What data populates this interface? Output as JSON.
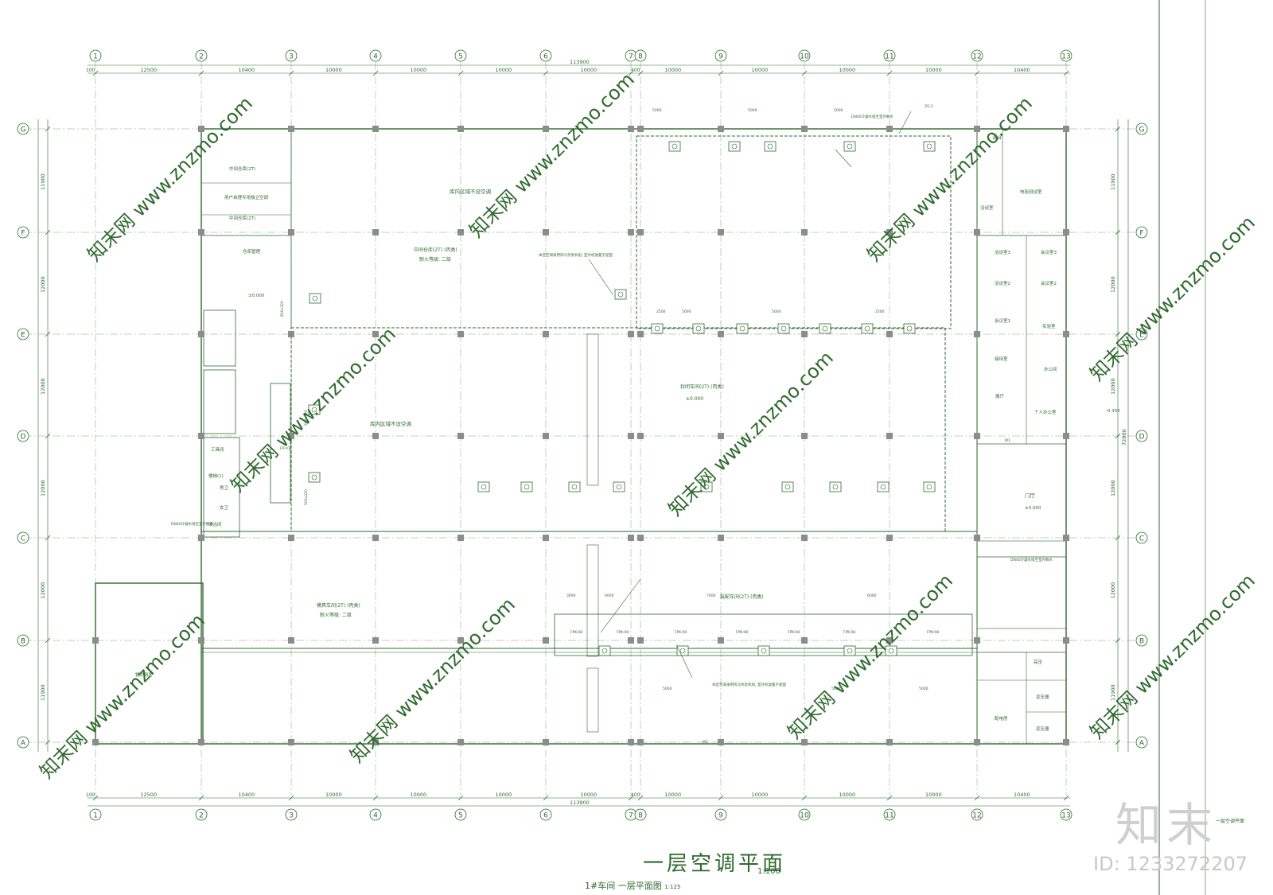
{
  "drawing": {
    "title": "一层空调平面",
    "scale": "1:100",
    "subtitle": "1#车间  一层平面图",
    "subtitle_scale": "1:125",
    "side_note": "一层空调平面"
  },
  "watermark": {
    "brand": "知末",
    "id": "ID: 1233272207",
    "site": "知末网 www.znzmo.com"
  },
  "grid": {
    "columns": [
      "1",
      "2",
      "3",
      "4",
      "5",
      "6",
      "7",
      "8",
      "9",
      "10",
      "11",
      "12",
      "13"
    ],
    "rows": [
      "G",
      "F",
      "E",
      "D",
      "C",
      "B",
      "A"
    ],
    "column_spacings": [
      "12500",
      "10400",
      "10000",
      "10000",
      "10000",
      "10000",
      "10000",
      "10000",
      "10000",
      "10000",
      "10400"
    ],
    "row_spacings": [
      "11900",
      "12000",
      "12000",
      "12000",
      "12000",
      "11900"
    ],
    "total_width": "113900",
    "total_height": "72800",
    "edge_offset": "100",
    "joint_offset": "400"
  },
  "rooms": {
    "mid_store_1": "中间仓库(2T)",
    "mid_store_2": "中间仓库(2T)",
    "store_mgmt": "仓库管理",
    "no_ac_zone_1": "库内区域不设空调",
    "no_ac_zone_2": "库内区域不设空调",
    "user_ac_note": "用户自理专用独立空调",
    "mid_store_main": "中间仓库(2T) (丙类)",
    "fire_rating_1": "耐火等级: 二级",
    "sealed_workshop": "封闭车间(2T) (丙类)",
    "sealed_level": "±0.000",
    "mold_workshop": "模具车间(2T) (丙类)",
    "fire_rating_2": "耐火等级: 二级",
    "assembly_workshop": "装配车间(2T) (丙类)",
    "boiler_room": "锅炉用房",
    "lab_electric": "电阻测试室",
    "negotiation": "洽谈室",
    "meeting_1": "会议室1",
    "meeting_2": "会议室2",
    "meeting_3": "会议室3",
    "negotiation_2": "洽谈室2",
    "negotiation_3": "洽谈室3",
    "lab": "实验室",
    "reception": "接待室",
    "hall": "展厅",
    "office": "办公间",
    "personal_office": "个人办公室",
    "lobby": "门厅",
    "lobby_level": "±0.000",
    "reception_desk": "前台",
    "high_voltage": "高压",
    "transformer_1": "变压器",
    "transformer_2": "变压器",
    "distribution": "配电房",
    "tool_room": "工具间",
    "wc_m": "男卫",
    "wc_f": "女卫",
    "cleaning": "清洁间",
    "stair_1": "楼梯(1)",
    "level_outside": "-0.300",
    "level_main": "±0.000"
  },
  "annotations": {
    "pipe_note_1": "DN40冷凝水排至室外散水",
    "pipe_note_2": "DN40冷凝水排至室外散水",
    "pipe_note_3": "DN40冷凝水排至室外散水",
    "ac_note": "本区空调采用风冷热泵机组, 室外机放置于屋面",
    "ac_note_2": "本区空调采用风冷热泵机组, 室外机放置于屋面",
    "fpk_1": "FPK-08",
    "fpk_2": "FPK-08",
    "fpk_3": "FPK-08",
    "fpk_4": "FPK-08",
    "fpk_5": "FPK-08",
    "fpk_6": "FPK-08",
    "fpk_7": "FPK-08",
    "duct_1": "500x320",
    "duct_2": "500x320",
    "duct_3": "800x320",
    "dim_5000": "5000",
    "dim_2500": "2500",
    "dim_3000": "3000",
    "dim_6000": "6000",
    "dim_7000": "7000",
    "fp_tag": "FP-01",
    "zs_tag": "ZG-1",
    "m1": "M1",
    "m2": "M2"
  },
  "colors": {
    "line": "#2f6a2f",
    "faint": "#7fa87f",
    "column": "#8c8c8c",
    "watermark": "#d6d6d6"
  }
}
